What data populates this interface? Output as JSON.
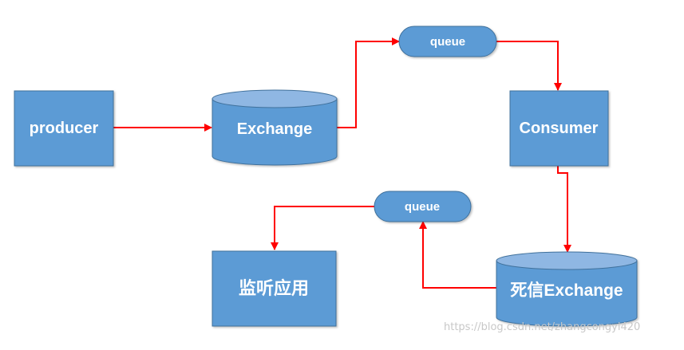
{
  "nodes": {
    "producer": "producer",
    "exchange": "Exchange",
    "queue_top": "queue",
    "consumer": "Consumer",
    "queue_bottom": "queue",
    "dlx": "死信Exchange",
    "listener": "监听应用"
  },
  "colors": {
    "box_fill": "#5b9bd5",
    "box_border": "#41719c",
    "cylinder_top": "#8fb7e3",
    "arrow": "#ff0000",
    "label": "#ffffff"
  },
  "watermark": "https://blog.csdn.net/zhangcongyi420"
}
